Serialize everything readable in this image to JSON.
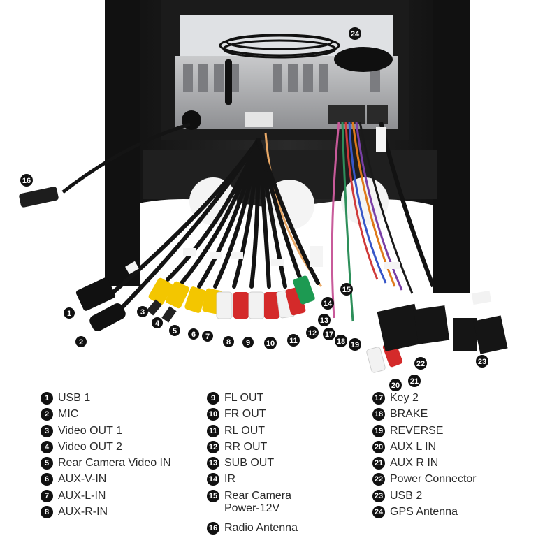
{
  "legend": [
    {
      "num": "1",
      "text": "USB 1"
    },
    {
      "num": "2",
      "text": "MIC"
    },
    {
      "num": "3",
      "text": "Video OUT 1"
    },
    {
      "num": "4",
      "text": "Video OUT 2"
    },
    {
      "num": "5",
      "text": "Rear Camera Video IN"
    },
    {
      "num": "6",
      "text": "AUX-V-IN"
    },
    {
      "num": "7",
      "text": "AUX-L-IN"
    },
    {
      "num": "8",
      "text": "AUX-R-IN"
    },
    {
      "num": "9",
      "text": "FL OUT"
    },
    {
      "num": "10",
      "text": "FR OUT"
    },
    {
      "num": "11",
      "text": "RL OUT"
    },
    {
      "num": "12",
      "text": "RR OUT"
    },
    {
      "num": "13",
      "text": "SUB OUT"
    },
    {
      "num": "14",
      "text": "IR"
    },
    {
      "num": "15",
      "text": "Rear Camera\nPower-12V"
    },
    {
      "num": "16",
      "text": "Radio Antenna"
    },
    {
      "num": "17",
      "text": "Key 2"
    },
    {
      "num": "18",
      "text": "BRAKE"
    },
    {
      "num": "19",
      "text": "REVERSE"
    },
    {
      "num": "20",
      "text": "AUX L IN"
    },
    {
      "num": "21",
      "text": "AUX R IN"
    },
    {
      "num": "22",
      "text": "Power Connector"
    },
    {
      "num": "23",
      "text": "USB 2"
    },
    {
      "num": "24",
      "text": "GPS Antenna"
    }
  ],
  "callouts": [
    "1",
    "2",
    "3",
    "4",
    "5",
    "6",
    "7",
    "8",
    "9",
    "10",
    "11",
    "12",
    "13",
    "14",
    "15",
    "16",
    "17",
    "18",
    "19",
    "20",
    "21",
    "22",
    "23",
    "24"
  ],
  "colors": {
    "frame": "#1a1a1a",
    "unit": "#9a9a9a",
    "plug_yellow": "#f3c600",
    "plug_white": "#f2f2f2",
    "plug_red": "#d42a2a",
    "plug_green": "#1d9a52",
    "cable": "#151515"
  }
}
